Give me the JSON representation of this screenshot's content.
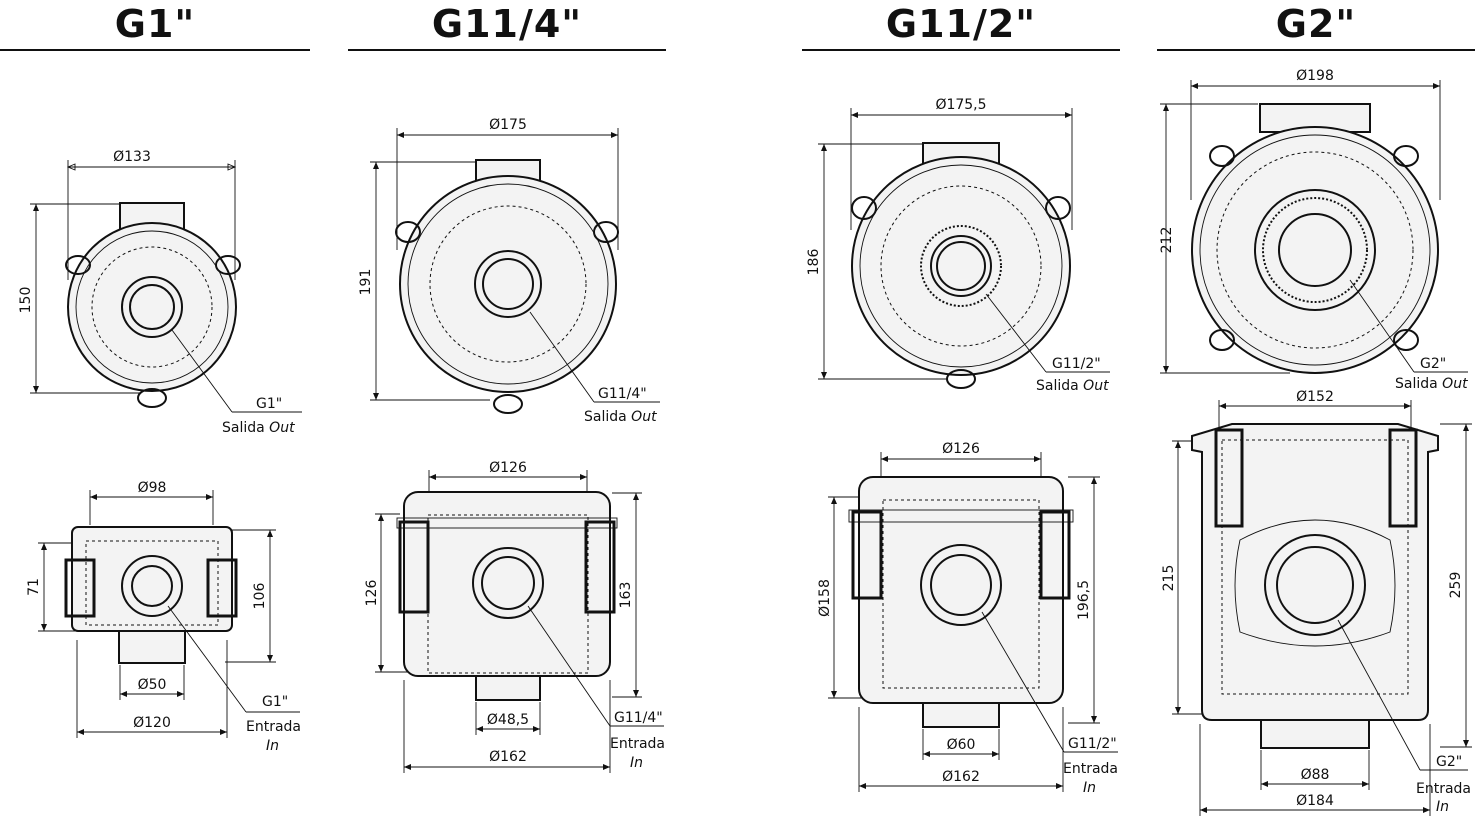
{
  "models": [
    {
      "id": "g1",
      "title": "G1\"",
      "top_view": {
        "diameter": "Ø133",
        "height": "150",
        "port_size": "G1\"",
        "port_role": "Salida",
        "port_role_en": "Out"
      },
      "front_view": {
        "top_diameter": "Ø98",
        "left_height": "71",
        "right_height": "106",
        "outlet_diameter": "Ø50",
        "base_diameter": "Ø120",
        "port_size": "G1\"",
        "port_role": "Entrada",
        "port_role_en": "In"
      }
    },
    {
      "id": "g1_1_4",
      "title": "G11/4\"",
      "top_view": {
        "diameter": "Ø175",
        "height": "191",
        "port_size": "G11/4\"",
        "port_role": "Salida",
        "port_role_en": "Out"
      },
      "front_view": {
        "top_diameter": "Ø126",
        "left_height": "126",
        "right_height": "163",
        "outlet_diameter": "Ø48,5",
        "base_diameter": "Ø162",
        "port_size": "G11/4\"",
        "port_role": "Entrada",
        "port_role_en": "In"
      }
    },
    {
      "id": "g1_1_2",
      "title": "G11/2\"",
      "top_view": {
        "diameter": "Ø175,5",
        "height": "186",
        "port_size": "G11/2\"",
        "port_role": "Salida",
        "port_role_en": "Out"
      },
      "front_view": {
        "top_diameter": "Ø126",
        "left_height": "Ø158",
        "right_height": "196,5",
        "outlet_diameter": "Ø60",
        "base_diameter": "Ø162",
        "port_size": "G11/2\"",
        "port_role": "Entrada",
        "port_role_en": "In"
      }
    },
    {
      "id": "g2",
      "title": "G2\"",
      "top_view": {
        "diameter": "Ø198",
        "height": "212",
        "port_size": "G2\"",
        "port_role": "Salida",
        "port_role_en": "Out"
      },
      "front_view": {
        "top_diameter": "Ø152",
        "left_height": "215",
        "right_height": "259",
        "outlet_diameter": "Ø88",
        "base_diameter": "Ø184",
        "port_size": "G2\"",
        "port_role": "Entrada",
        "port_role_en": "In"
      }
    }
  ]
}
